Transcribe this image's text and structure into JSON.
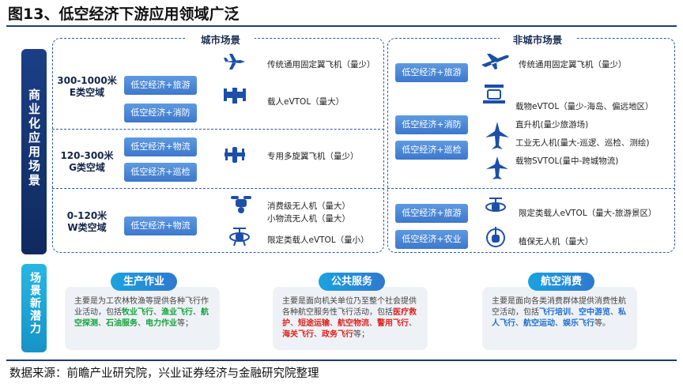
{
  "title": "图13、低空经济下游应用领域广泛",
  "side": {
    "commercial": "商业化应用场景",
    "potential": "场景新潜力"
  },
  "headers": {
    "city": "城市场景",
    "noncity": "非城市场景"
  },
  "zones": [
    {
      "range": "300-1000米",
      "cls": "E类空域"
    },
    {
      "range": "120-300米",
      "cls": "G类空域"
    },
    {
      "range": "0-120米",
      "cls": "W类空域"
    }
  ],
  "city_buttons": [
    "低空经济+旅游",
    "低空经济+消防",
    "低空经济+物流",
    "低空经济+巡检",
    "低空经济+物流"
  ],
  "city_items": [
    {
      "icon": "fixed-wing-plane-icon",
      "label": "传统通用固定翼飞机（量少）"
    },
    {
      "icon": "evtol-icon",
      "label": "载人eVTOL（量大）"
    },
    {
      "icon": "multirotor-icon",
      "label": "专用多旋翼飞机（量少）"
    },
    {
      "icon": "consumer-drone-icon",
      "label": "消费级无人机（量大）"
    },
    {
      "icon": "logistics-drone-icon",
      "label": "小物流无人机（量大）"
    },
    {
      "icon": "limited-evtol-icon",
      "label": "限定类载人eVTOL（量小）"
    }
  ],
  "noncity_buttons": [
    "低空经济+旅游",
    "低空经济+消防",
    "低空经济+巡检",
    "低空经济+旅游",
    "低空经济+农业"
  ],
  "noncity_items": [
    {
      "icon": "airliner-icon",
      "label": "传统通用固定翼飞机（量少）"
    },
    {
      "icon": "cargo-evtol-icon",
      "label": "载物eVTOL（量少-海岛、偏远地区）"
    },
    {
      "icon": "helicopter-icon",
      "label": "直升机(量少旅游场)"
    },
    {
      "icon": "industrial-drone-icon",
      "label": "工业无人机(量大-巡逻、巡检、测绘)"
    },
    {
      "icon": "svtol-icon",
      "label": "载物SVTOL(量中-跨城物流)"
    },
    {
      "icon": "limited-evtol-icon",
      "label": "限定类载人eVTOL（量大-旅游景区）"
    },
    {
      "icon": "crop-drone-icon",
      "label": "植保无人机（量大）"
    }
  ],
  "potential": [
    {
      "title": "生产作业",
      "pre": "主要是为工农林牧渔等提供各种飞行作业活动，包括",
      "hl": [
        {
          "t": "牧业飞行",
          "c": "g"
        },
        {
          "t": "、",
          "c": ""
        },
        {
          "t": "渔业飞行",
          "c": "g"
        },
        {
          "t": "、",
          "c": ""
        },
        {
          "t": "航空探测",
          "c": "g"
        },
        {
          "t": "、",
          "c": ""
        },
        {
          "t": "石油服务",
          "c": "g"
        },
        {
          "t": "、",
          "c": ""
        },
        {
          "t": "电力作业",
          "c": "g"
        }
      ],
      "post": "等；"
    },
    {
      "title": "公共服务",
      "pre": "主要是面向机关单位乃至整个社会提供各种航空服务性飞行活动，包括",
      "hl": [
        {
          "t": "医疗救护",
          "c": "r"
        },
        {
          "t": "、",
          "c": ""
        },
        {
          "t": "短途运输",
          "c": "r"
        },
        {
          "t": "、",
          "c": ""
        },
        {
          "t": "航空物流",
          "c": "r"
        },
        {
          "t": "、",
          "c": ""
        },
        {
          "t": "警用飞行",
          "c": "r"
        },
        {
          "t": "、",
          "c": ""
        },
        {
          "t": "海关飞行",
          "c": "r"
        },
        {
          "t": "、",
          "c": ""
        },
        {
          "t": "政务飞行",
          "c": "r"
        }
      ],
      "post": "等；"
    },
    {
      "title": "航空消费",
      "pre": "主要是面向各类消费群体提供消费性航空活动，包括",
      "hl": [
        {
          "t": "飞行培训",
          "c": "b"
        },
        {
          "t": "、",
          "c": ""
        },
        {
          "t": "空中游览",
          "c": "b"
        },
        {
          "t": "、",
          "c": ""
        },
        {
          "t": "私人飞行",
          "c": "b"
        },
        {
          "t": "、",
          "c": ""
        },
        {
          "t": "航空运动",
          "c": "b"
        },
        {
          "t": "、",
          "c": ""
        },
        {
          "t": "娱乐飞行",
          "c": "b"
        }
      ],
      "post": "等。"
    }
  ],
  "source": "数据来源：前瞻产业研究院，兴业证券经济与金融研究院整理",
  "colors": {
    "navy": "#1f3b74",
    "btn": "#3d78cc",
    "green": "#15a33c",
    "red": "#e0221c",
    "blue": "#1f6fd0"
  }
}
